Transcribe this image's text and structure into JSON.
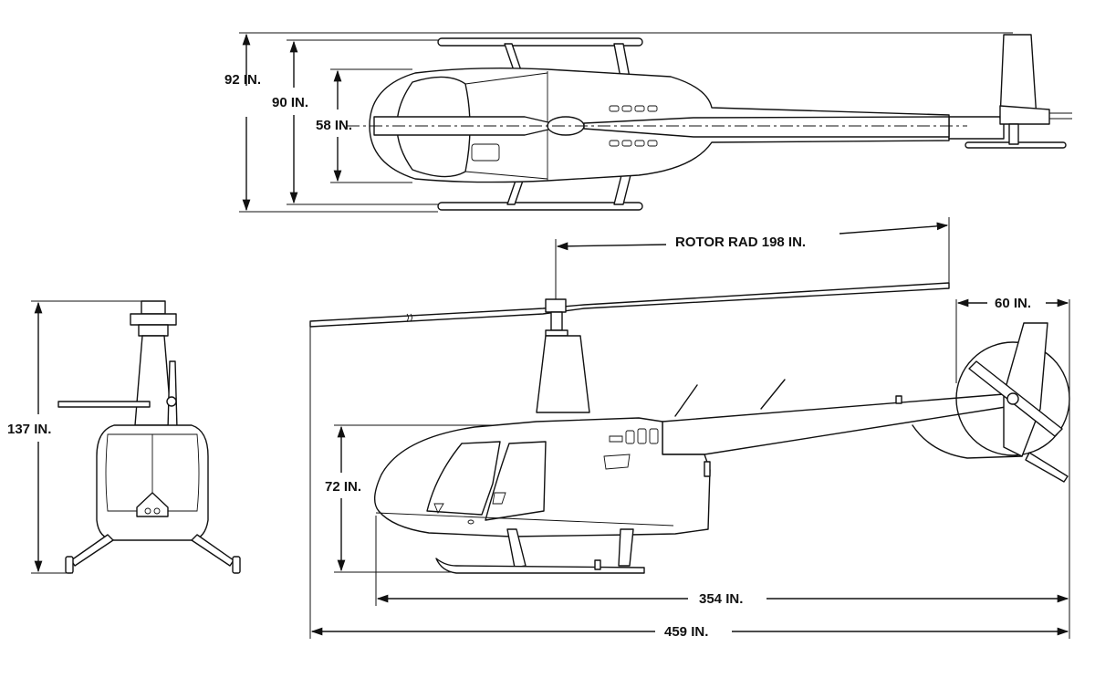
{
  "dimensions": {
    "top_width_overall": "92 IN.",
    "top_skid_width": "90 IN.",
    "top_cabin_width": "58 IN.",
    "rotor_radius": "ROTOR RAD 198 IN.",
    "front_height": "137 IN.",
    "cabin_height": "72 IN.",
    "tail_rotor_diameter": "60 IN.",
    "fuselage_length": "354 IN.",
    "overall_length": "459 IN."
  }
}
